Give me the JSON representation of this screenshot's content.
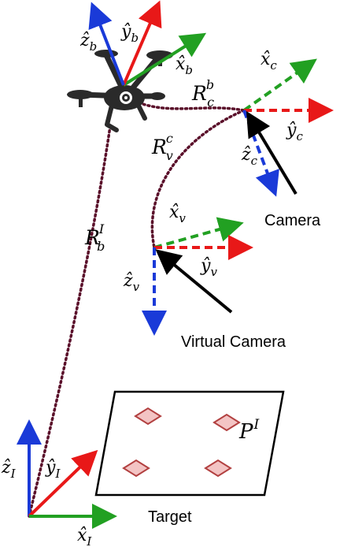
{
  "colors": {
    "x_axis": "#22a022",
    "y_axis": "#e81818",
    "z_axis": "#1a3ad8",
    "path": "#5a0f2a",
    "marker_fill": "#f3c4c4",
    "marker_stroke": "#b24040",
    "drone": "#2a2a2a"
  },
  "icons": {
    "drone": "quadcopter-drone-icon"
  },
  "body_frame": {
    "x": "x̂",
    "x_sub": "b",
    "y": "ŷ",
    "y_sub": "b",
    "z": "ẑ",
    "z_sub": "b"
  },
  "camera_frame": {
    "x": "x̂",
    "x_sub": "c",
    "y": "ŷ",
    "y_sub": "c",
    "z": "ẑ",
    "z_sub": "c"
  },
  "virtual_frame": {
    "x": "x̂",
    "x_sub": "v",
    "y": "ŷ",
    "y_sub": "v",
    "z": "ẑ",
    "z_sub": "v"
  },
  "inertial_frame": {
    "x": "x̂",
    "x_sub": "I",
    "y": "ŷ",
    "y_sub": "I",
    "z": "ẑ",
    "z_sub": "I"
  },
  "rotations": {
    "body_to_camera": {
      "base": "R",
      "sub": "c",
      "sup": "b"
    },
    "camera_to_virtual": {
      "base": "R",
      "sub": "v",
      "sup": "c"
    },
    "inertial_to_body": {
      "base": "R",
      "sub": "b",
      "sup": "I"
    }
  },
  "labels": {
    "camera": "Camera",
    "virtual_camera": "Virtual Camera",
    "target": "Target"
  },
  "target_point": {
    "base": "P",
    "sup": "I"
  }
}
